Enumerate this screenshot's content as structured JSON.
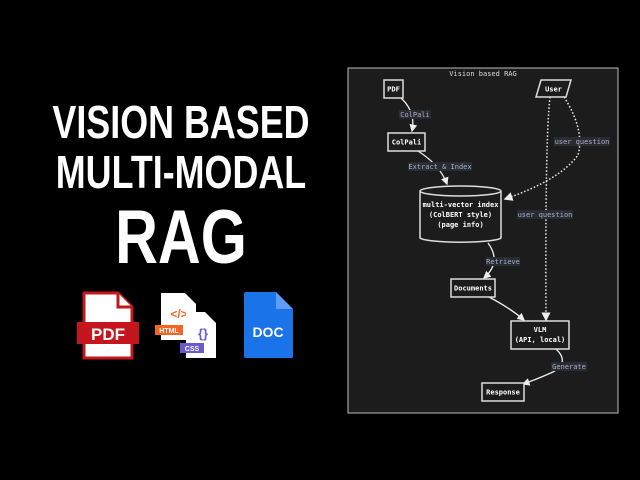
{
  "headline": {
    "line1": "VISION BASED",
    "line2": "MULTI-MODAL",
    "line3": "RAG"
  },
  "file_icons": [
    {
      "icon": "pdf-file-icon",
      "label": "PDF",
      "color": "#c4161c"
    },
    {
      "icon": "html-file-icon",
      "label": "HTML",
      "color": "#f26522"
    },
    {
      "icon": "css-file-icon",
      "label": "CSS",
      "color": "#6a5acd"
    },
    {
      "icon": "doc-file-icon",
      "label": "DOC",
      "color": "#1a73e8"
    }
  ],
  "diagram": {
    "title": "Vision based RAG",
    "nodes": {
      "pdf": "PDF",
      "user": "User",
      "colpali": "ColPali",
      "index_l1": "multi-vector index",
      "index_l2": "(ColBERT style)",
      "index_l3": "(page info)",
      "documents": "Documents",
      "vlm_l1": "VLM",
      "vlm_l2": "(API, local)",
      "response": "Response"
    },
    "edges": {
      "pdf_colpali": "ColPali",
      "colpali_index": "Extract & Index",
      "user_index": "user question",
      "user_vlm": "user question",
      "index_documents": "Retrieve",
      "vlm_response": "Generate"
    }
  }
}
